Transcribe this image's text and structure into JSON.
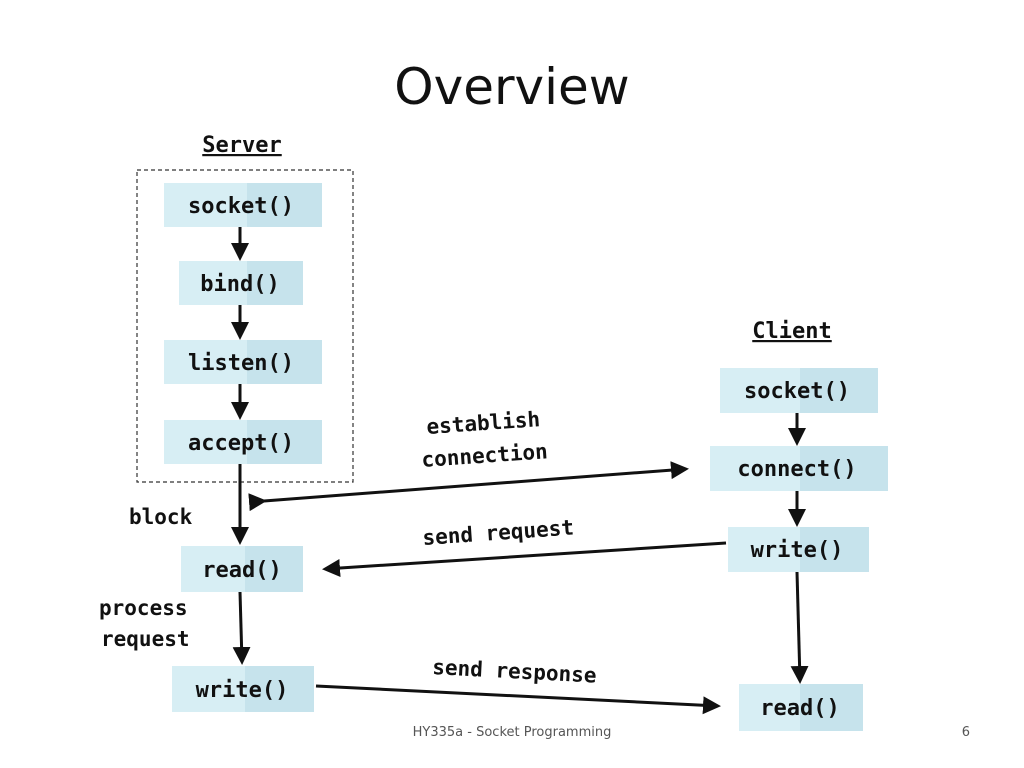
{
  "title": "Overview",
  "server": {
    "heading": "Server",
    "steps": [
      "socket()",
      "bind()",
      "listen()",
      "accept()",
      "read()",
      "write()"
    ]
  },
  "client": {
    "heading": "Client",
    "steps": [
      "socket()",
      "connect()",
      "write()",
      "read()"
    ]
  },
  "labels": {
    "block": "block",
    "process_line1": "process",
    "process_line2": "request",
    "establish_line1": "establish",
    "establish_line2": "connection",
    "send_request": "send request",
    "send_response": "send response"
  },
  "footer": {
    "course": "HY335a - Socket Programming",
    "page": "6"
  }
}
